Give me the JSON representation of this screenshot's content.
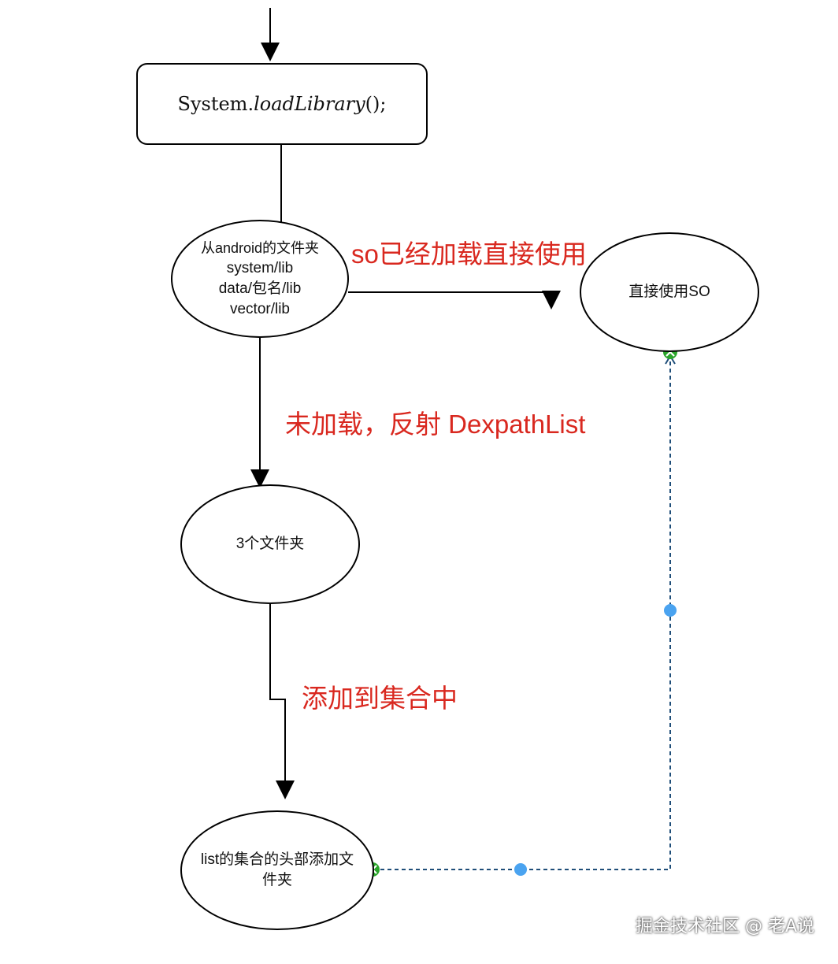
{
  "nodes": {
    "load_library": {
      "prefix": "System.",
      "method": "loadLibrary",
      "suffix": "();"
    },
    "search_folders": {
      "lines": [
        "从android的文件夹",
        "system/lib",
        "data/包名/lib",
        "vector/lib"
      ]
    },
    "use_so": {
      "label": "直接使用SO"
    },
    "three_folders": {
      "label": "3个文件夹"
    },
    "list_head": {
      "lines": [
        "list的集合的头部添加文",
        "件夹"
      ]
    }
  },
  "edge_labels": {
    "loaded": "so已经加载直接使用",
    "not_loaded": "未加载，反射 DexpathList",
    "add_to_set": "添加到集合中"
  },
  "watermark": "掘金技术社区 @ 老A说",
  "colors": {
    "annotation": "#d9281f",
    "dashed_connector": "#1f4e79",
    "handle_dot": "#4aa3f0",
    "endpoint": "#2aa52a"
  }
}
